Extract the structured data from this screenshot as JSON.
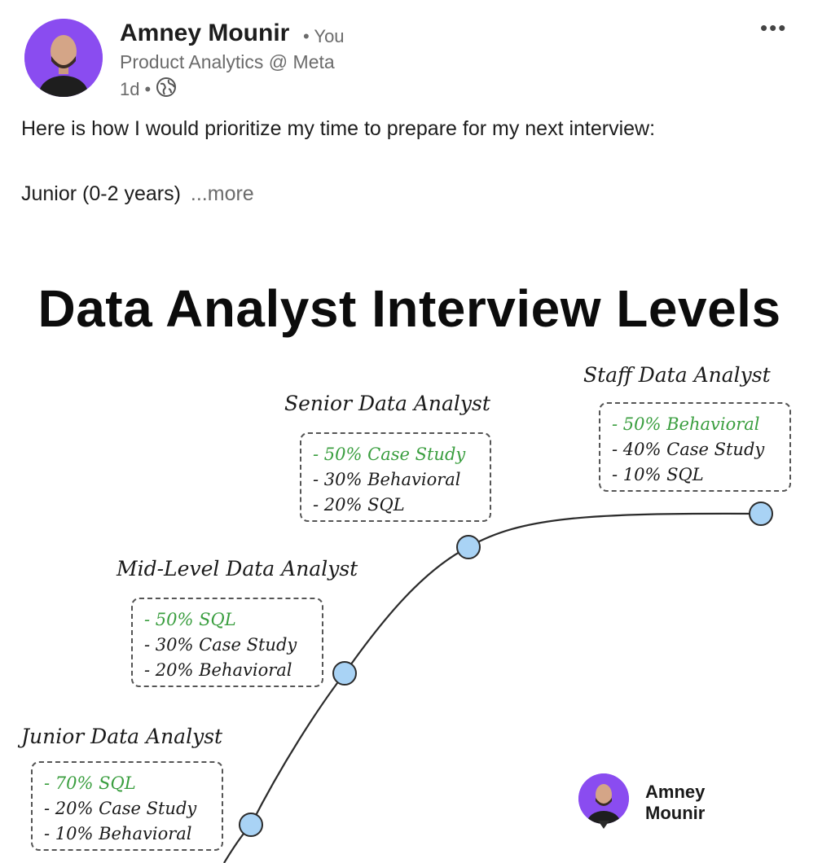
{
  "author": {
    "name": "Amney Mounir",
    "you_tag": "• You",
    "headline": "Product Analytics @ Meta",
    "time": "1d",
    "dot": "•"
  },
  "menu": {
    "more_label": "•••"
  },
  "post": {
    "line1": "Here is how I would prioritize my time to prepare for my next interview:",
    "line2": "Junior (0-2 years)",
    "see_more": "...more"
  },
  "infographic": {
    "title": "Data Analyst Interview Levels",
    "levels": [
      {
        "title": "Junior Data Analyst",
        "lines": [
          {
            "text": "- 70% SQL",
            "highlight": true
          },
          {
            "text": "- 20% Case Study",
            "highlight": false
          },
          {
            "text": "- 10% Behavioral",
            "highlight": false
          }
        ]
      },
      {
        "title": "Mid-Level Data Analyst",
        "lines": [
          {
            "text": "- 50% SQL",
            "highlight": true
          },
          {
            "text": "- 30% Case Study",
            "highlight": false
          },
          {
            "text": "- 20% Behavioral",
            "highlight": false
          }
        ]
      },
      {
        "title": "Senior Data Analyst",
        "lines": [
          {
            "text": "- 50% Case Study",
            "highlight": true
          },
          {
            "text": "- 30% Behavioral",
            "highlight": false
          },
          {
            "text": "- 20% SQL",
            "highlight": false
          }
        ]
      },
      {
        "title": "Staff Data Analyst",
        "lines": [
          {
            "text": "- 50% Behavioral",
            "highlight": true
          },
          {
            "text": "- 40% Case Study",
            "highlight": false
          },
          {
            "text": "- 10% SQL",
            "highlight": false
          }
        ]
      }
    ],
    "watermark_name": "Amney Mounir"
  },
  "colors": {
    "highlight": "#3a9e3f",
    "node_fill": "#a9d3f5",
    "avatar_bg": "#8a4cf0"
  }
}
